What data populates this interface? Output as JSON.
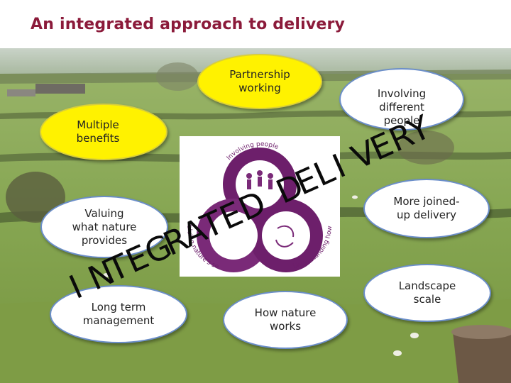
{
  "slide": {
    "title": "An integrated approach to delivery"
  },
  "bubbles": {
    "partnership": "Partnership\nworking",
    "multiple_benefits": "Multiple\nbenefits",
    "involving": "Involving\ndifferent\npeople",
    "valuing_nature": "Valuing\nwhat nature\nprovides",
    "joined_up": "More joined-\nup delivery",
    "long_term": "Long term\nmanagement",
    "how_nature": "How nature\nworks",
    "landscape": "Landscape\nscale"
  },
  "diagram": {
    "arc_top": "Involving people",
    "arc_left": "Valuing nature's services",
    "arc_right": "Understanding how nature works"
  },
  "overlay": {
    "word": "INTEGRATED DELIVERY",
    "letters": [
      "I",
      "N",
      "T",
      "E",
      "G",
      "R",
      "A",
      "T",
      "E",
      "D",
      " ",
      "D",
      "E",
      "L",
      "I",
      "V",
      "E",
      "R",
      "Y"
    ]
  },
  "colors": {
    "title": "#8b1a3a",
    "bubble_yellow": "#fff200",
    "bubble_white": "#ffffff",
    "bubble_border": "#6b8ec9",
    "diagram_purple": "#6d1f6b",
    "field_green": "#8fae58"
  }
}
